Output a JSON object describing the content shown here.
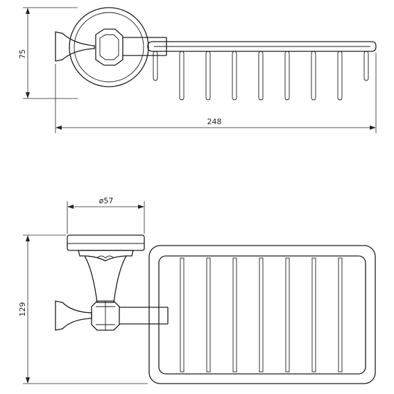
{
  "drawing": {
    "dimensions": {
      "top_height": "75",
      "top_width": "248",
      "bottom_diameter": "ø57",
      "bottom_height": "129"
    },
    "colors": {
      "line": "#1a1a1a",
      "background": "#ffffff"
    }
  }
}
